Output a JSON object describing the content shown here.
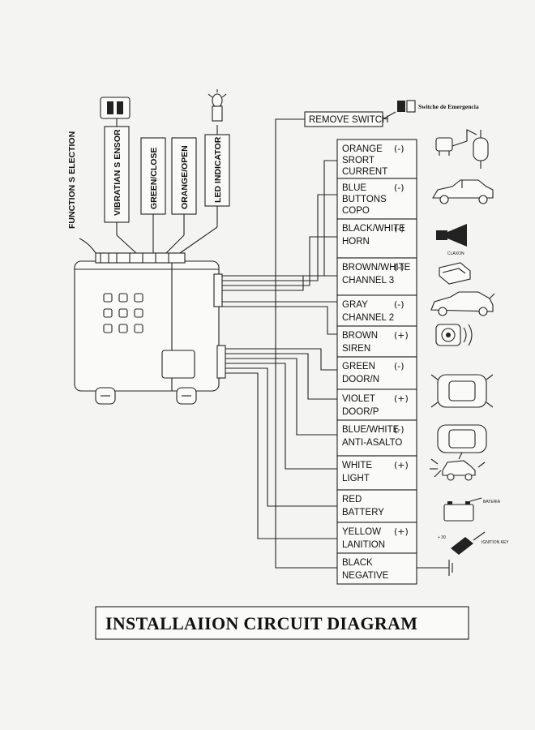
{
  "title": "INSTALLAIION CIRCUIT DIAGRAM",
  "remove_switch": "REMOVE SWITCH",
  "emergency_switch": "Switche de Emergencia",
  "function_selection": "FUNCTION S ELECTION",
  "vertical_labels": [
    "VIBRATIAN S ENSOR",
    "GREEN/CLOSE",
    "ORANGE/OPEN",
    "LED INDICATOR"
  ],
  "wires": [
    {
      "line1": "ORANGE",
      "sign": "(-)",
      "line2": "SRORT",
      "line3": "CURRENT"
    },
    {
      "line1": "BLUE",
      "sign": "(-)",
      "line2": "BUTTONS",
      "line3": "COPO"
    },
    {
      "line1": "BLACK/WHITE",
      "sign": "(-)",
      "line2": "HORN",
      "line3": ""
    },
    {
      "line1": "BROWN/WHITE",
      "sign": "(-)",
      "line2": "CHANNEL 3",
      "line3": ""
    },
    {
      "line1": "GRAY",
      "sign": "(-)",
      "line2": "CHANNEL 2",
      "line3": ""
    },
    {
      "line1": "BROWN",
      "sign": "(+)",
      "line2": "SIREN",
      "line3": ""
    },
    {
      "line1": "GREEN",
      "sign": "(-)",
      "line2": "DOOR/N",
      "line3": ""
    },
    {
      "line1": "VIOLET",
      "sign": "(+)",
      "line2": "DOOR/P",
      "line3": ""
    },
    {
      "line1": "BLUE/WHITE",
      "sign": "(-)",
      "line2": "ANTI-ASALTO",
      "line3": ""
    },
    {
      "line1": "WHITE",
      "sign": "(+)",
      "line2": "LIGHT",
      "line3": ""
    },
    {
      "line1": "RED",
      "sign": "",
      "line2": "BATTERY",
      "line3": ""
    },
    {
      "line1": "YELLOW",
      "sign": "(+)",
      "line2": "LANITION",
      "line3": ""
    },
    {
      "line1": "BLACK",
      "sign": "",
      "line2": "NEGATIVE",
      "line3": ""
    }
  ],
  "icon_labels": {
    "claxon": "CLAXON",
    "bateria": "BATERIA",
    "ignition": "IGNITION KEY",
    "plus30": "+ 30"
  },
  "icons": [
    "relay-icon",
    "car-icon",
    "horn-icon",
    "trunk-icon",
    "sedan-icon",
    "siren-icon",
    "car-doors-icon",
    "car-doors-open-icon",
    "car-person-icon",
    "headlight-icon",
    "battery-icon",
    "ignition-key-icon",
    "ground-icon"
  ]
}
